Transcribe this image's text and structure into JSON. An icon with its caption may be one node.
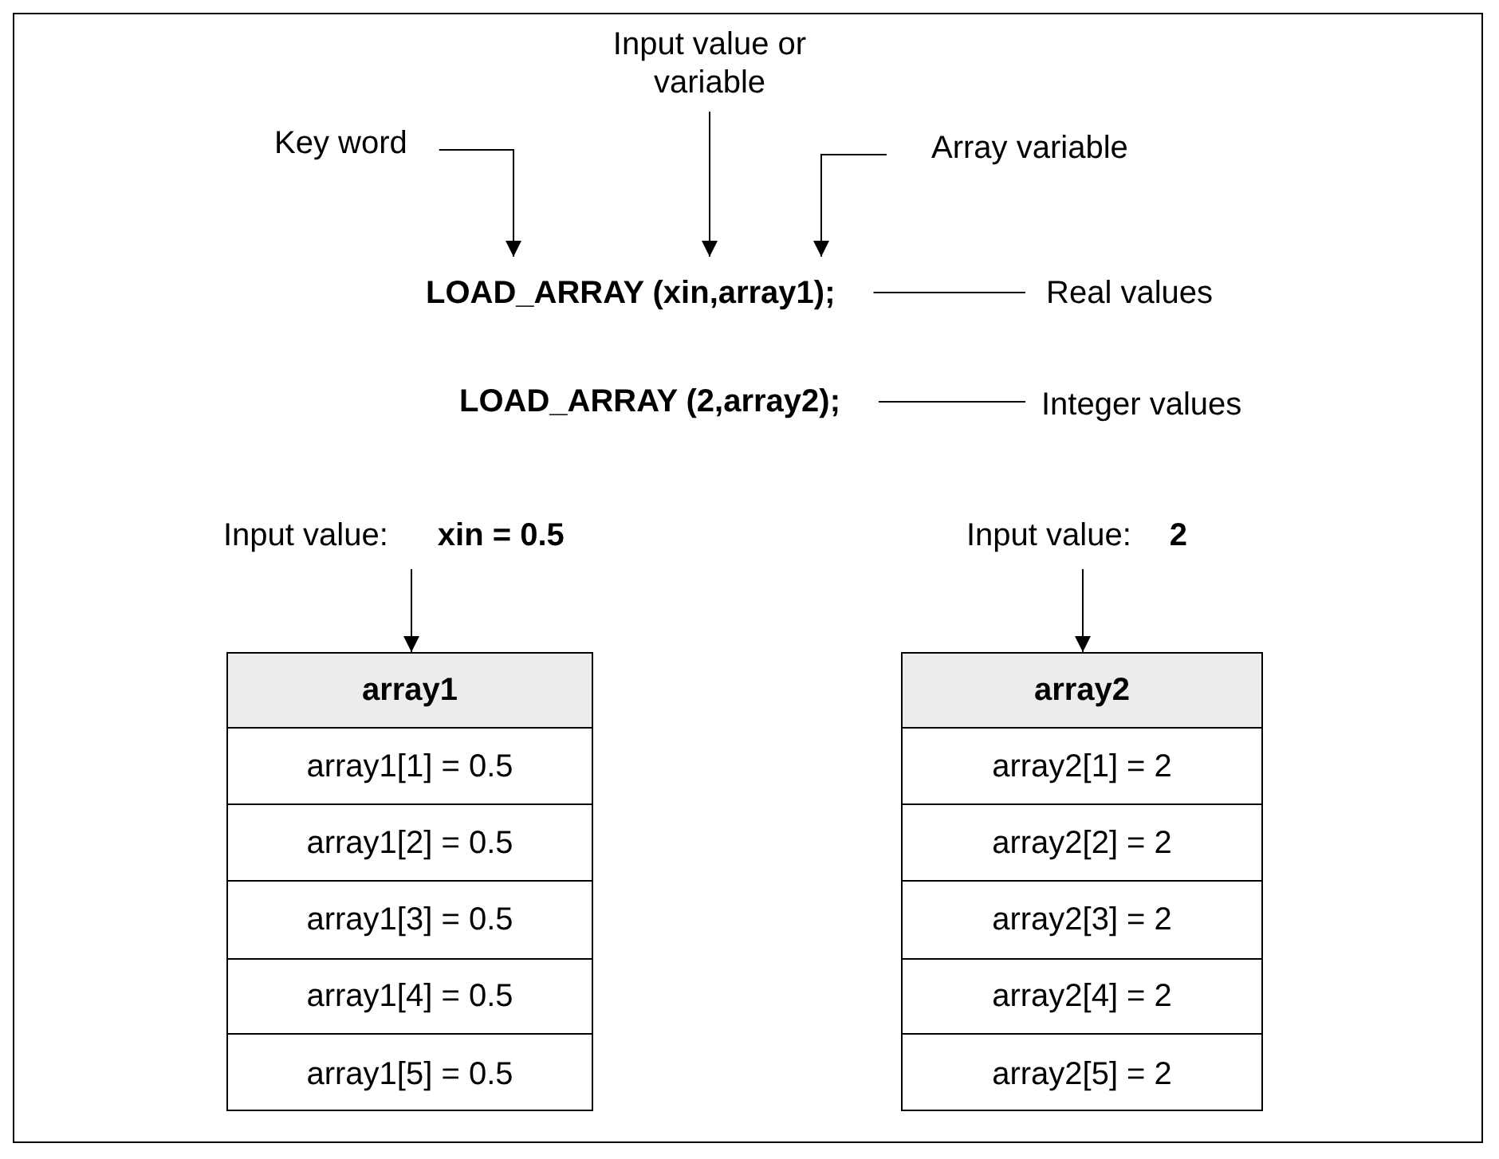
{
  "diagram": {
    "nodes": [
      {
        "text": [
          "Key word"
        ]
      },
      {
        "text": [
          "Input value or variable"
        ]
      },
      {
        "text": [
          "Array variable"
        ]
      },
      {
        "text": [
          "LOAD_ARRAY (xin,array1);"
        ]
      },
      {
        "text": [
          "Real values"
        ]
      },
      {
        "text": [
          "LOAD_ARRAY (2,array2);"
        ]
      },
      {
        "text": [
          "Integer values"
        ]
      },
      {
        "text": [
          "Input value:",
          "xin = 0.5"
        ]
      },
      {
        "text": [],
        "shape": "box"
      },
      {
        "text": [
          "array1"
        ],
        "in": 8
      },
      {
        "text": [
          "array1[1] = 0.5"
        ],
        "in": 8
      },
      {
        "text": [
          "array1[2] = 0.5"
        ],
        "in": 8
      },
      {
        "text": [
          "array1[3] = 0.5"
        ],
        "in": 8
      },
      {
        "text": [
          "array1[4] = 0.5"
        ],
        "in": 8
      },
      {
        "text": [
          "array1[5] = 0.5"
        ],
        "in": 8
      },
      {
        "text": [
          "Input value:",
          "2"
        ]
      },
      {
        "text": [],
        "shape": "box"
      },
      {
        "text": [
          "array2"
        ],
        "in": 16
      },
      {
        "text": [
          "array2[1] = 2"
        ],
        "in": 16
      },
      {
        "text": [
          "array2[2] = 2"
        ],
        "in": 16
      },
      {
        "text": [
          "array2[3] = 2"
        ],
        "in": 16
      },
      {
        "text": [
          "array2[4] = 2"
        ],
        "in": 16
      },
      {
        "text": [
          "array2[5] = 2"
        ],
        "in": 16
      }
    ],
    "edges": [
      {
        "from": 0,
        "to": 3,
        "arrow": "to"
      },
      {
        "from": 1,
        "to": 3,
        "arrow": "to"
      },
      {
        "from": 2,
        "to": 3,
        "arrow": "to"
      },
      {
        "from": 3,
        "to": 4,
        "arrow": "none"
      },
      {
        "from": 5,
        "to": 6,
        "arrow": "none"
      },
      {
        "from": 7,
        "to": 8,
        "arrow": "to"
      },
      {
        "from": 15,
        "to": 16,
        "arrow": "to"
      }
    ]
  }
}
